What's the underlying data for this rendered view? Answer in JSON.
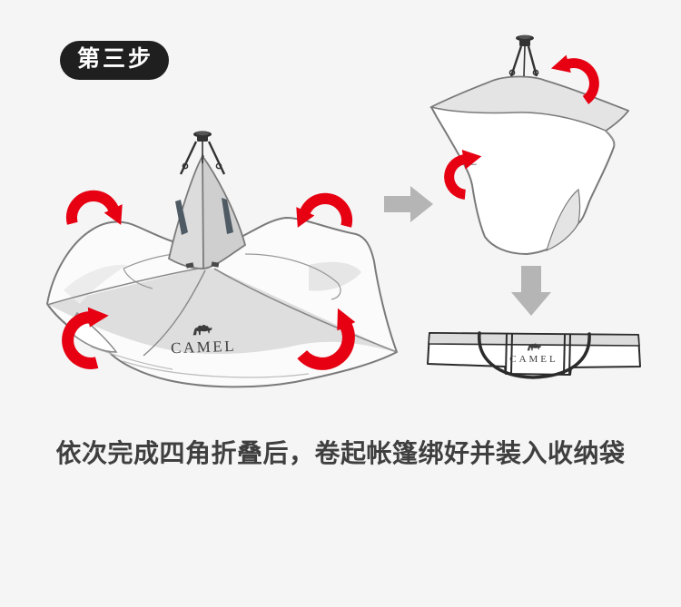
{
  "page": {
    "bg_color": "#f5f5f5"
  },
  "step_badge": {
    "label": "第三步"
  },
  "caption": {
    "text": "依次完成四角折叠后，卷起帐篷绑好并装入收纳袋"
  },
  "brand": {
    "logo_text": "CAMEL"
  },
  "colors": {
    "arrow_red": "#e60012",
    "arrow_gray": "#b5b5b5",
    "outline_gray": "#7a7a7a",
    "ink": "#2e2e2e",
    "badge_bg": "#1f1f1f",
    "caption_color": "#3f3f3f",
    "shade_gray": "#e0e0e0"
  }
}
